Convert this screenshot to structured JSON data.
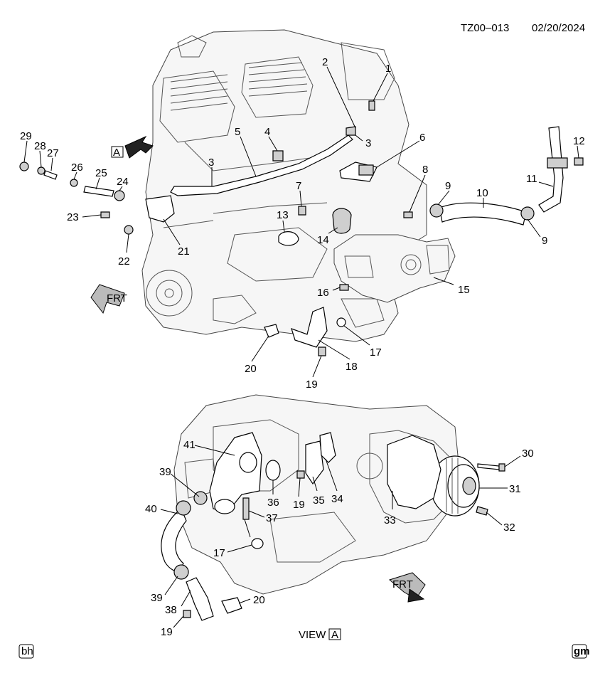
{
  "header": {
    "code": "TZ00–013",
    "date": "02/20/2024"
  },
  "view_label": "VIEW",
  "view_letter": "A",
  "top_view_letter": "A",
  "frt_label": "FRT",
  "corner_left": "bh",
  "corner_right": "gm",
  "callouts": [
    "1",
    "2",
    "3",
    "4",
    "5",
    "6",
    "3",
    "7",
    "8",
    "9",
    "10",
    "11",
    "12",
    "9",
    "29",
    "28",
    "27",
    "26",
    "25",
    "24",
    "23",
    "22",
    "21",
    "13",
    "14",
    "15",
    "16",
    "17",
    "18",
    "19",
    "20",
    "30",
    "31",
    "32",
    "33",
    "34",
    "35",
    "19",
    "36",
    "37",
    "41",
    "39",
    "40",
    "17",
    "39",
    "38",
    "19",
    "20"
  ]
}
